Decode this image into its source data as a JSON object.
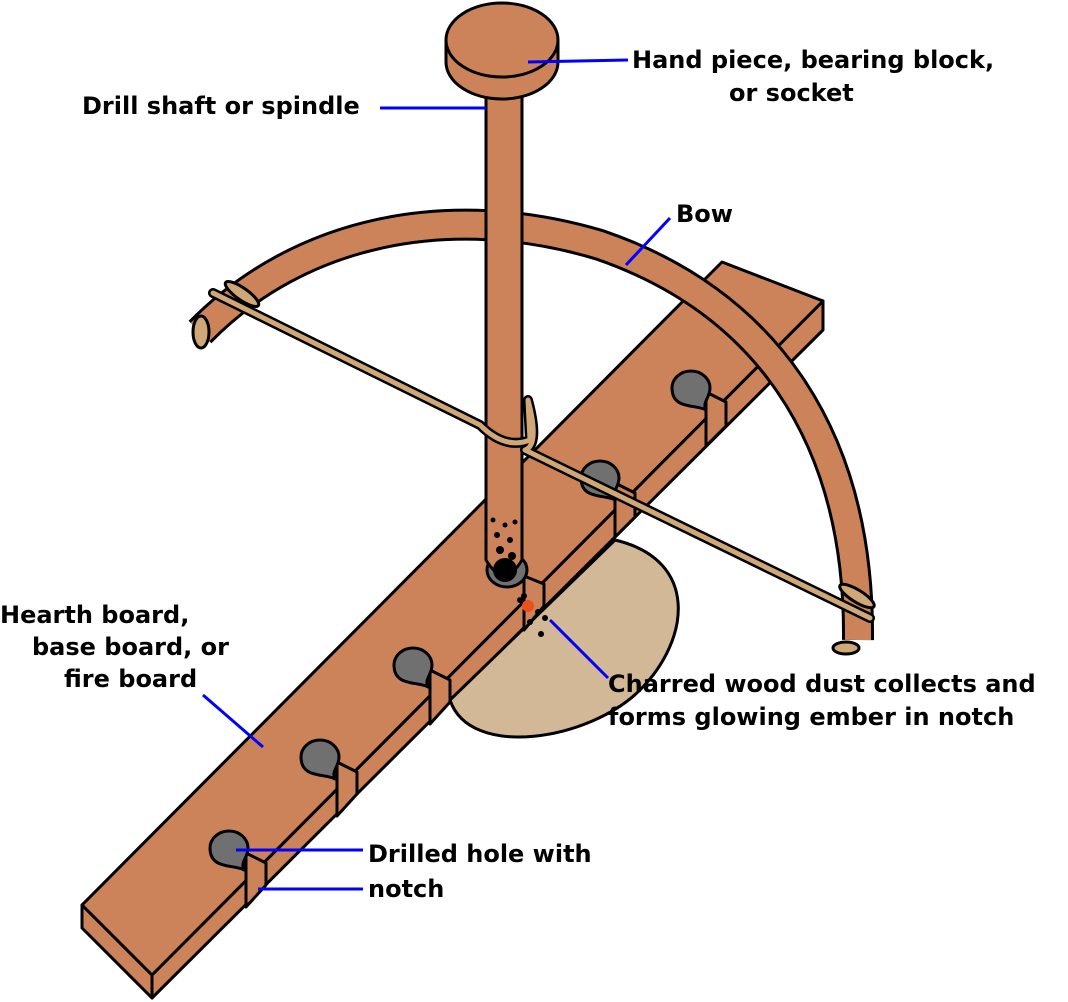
{
  "labels": {
    "hand_piece_1": "Hand piece, bearing block,",
    "hand_piece_2": "or socket",
    "drill_shaft": "Drill shaft or spindle",
    "bow": "Bow",
    "hearth_1": "Hearth board,",
    "hearth_2": "base board, or",
    "hearth_3": "fire board",
    "charred_1": "Charred wood dust collects and",
    "charred_2": "forms glowing ember in notch",
    "hole_1": "Drilled hole with",
    "hole_2": "notch"
  },
  "colors": {
    "wood": "#cd8359",
    "string": "#d0a878",
    "ash": "#d2b896",
    "hole": "#707070",
    "leader": "#0000ff"
  }
}
